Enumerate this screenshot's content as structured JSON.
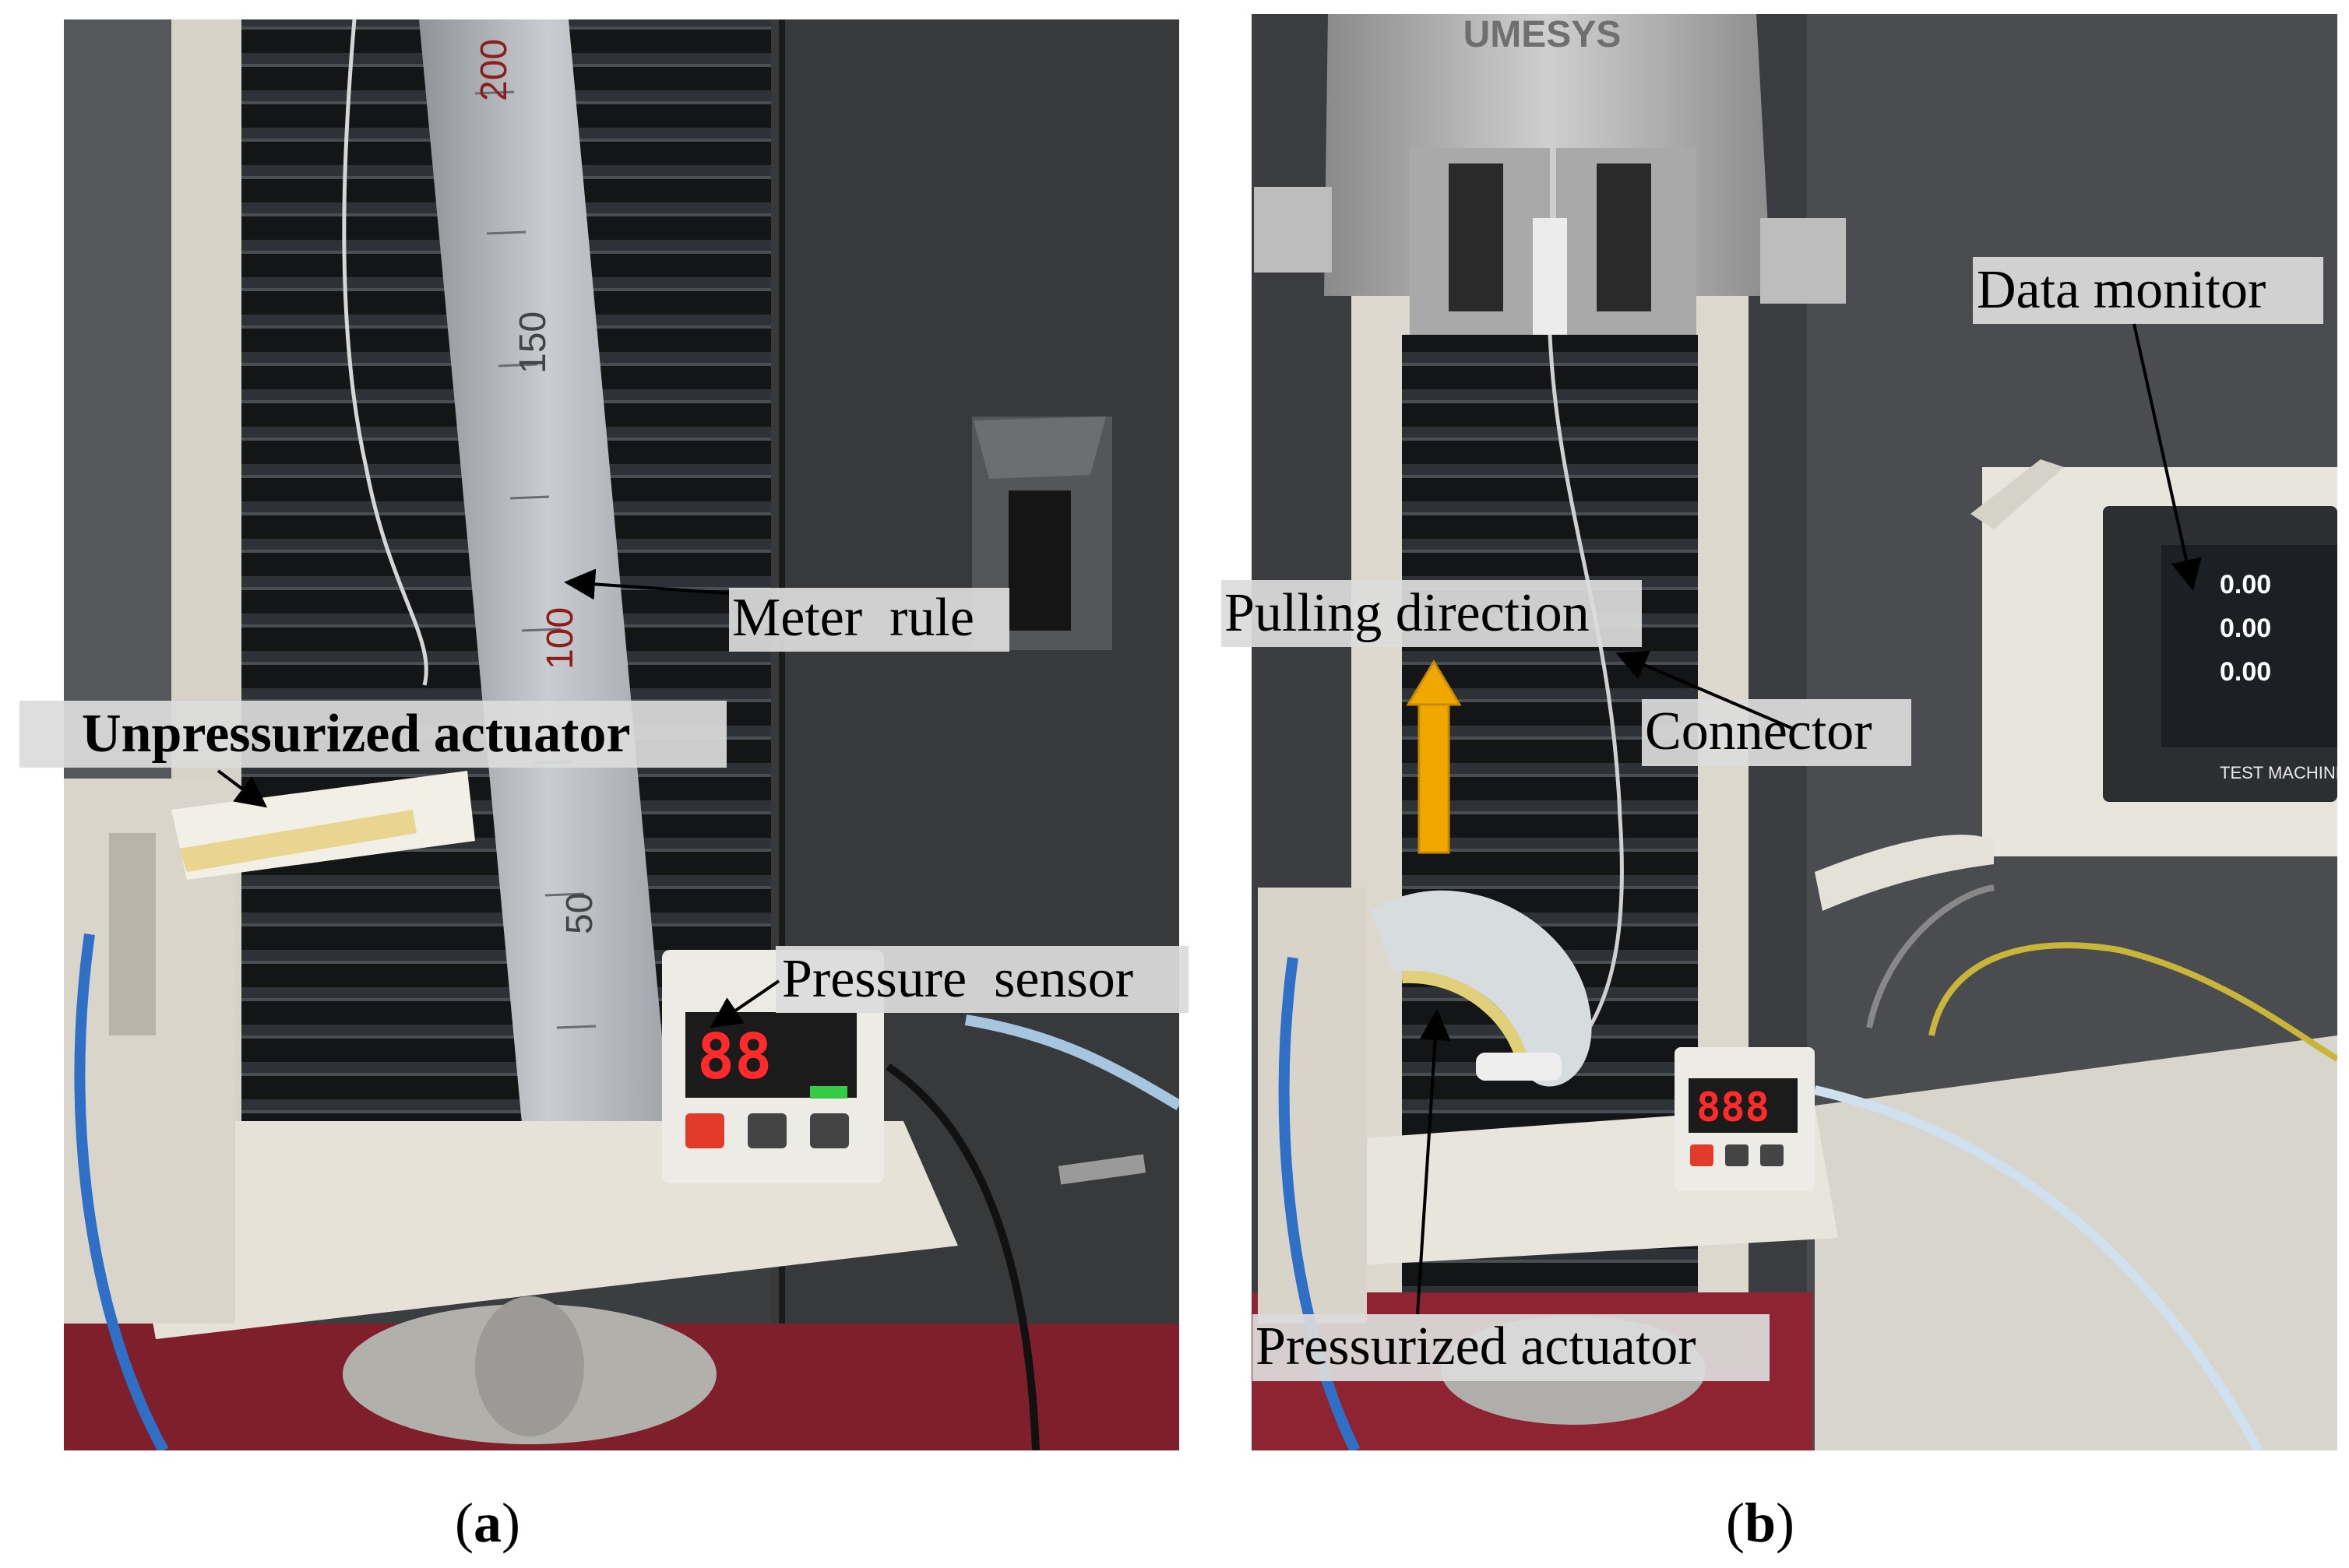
{
  "panel_a": {
    "labels": {
      "meter_rule": "Meter  rule",
      "unpressurized_actuator": "Unpressurized actuator",
      "pressure_sensor": "Pressure  sensor"
    },
    "ruler_marks": [
      "200",
      "150",
      "100",
      "50"
    ],
    "caption_open": "(",
    "caption_letter": "a",
    "caption_close": ")"
  },
  "panel_b": {
    "labels": {
      "data_monitor": "Data monitor",
      "pulling_direction": "Pulling direction",
      "connector": "Connector",
      "pressurized_actuator": "Pressurized actuator"
    },
    "machine_brand": "UMESYS",
    "monitor_readings": [
      "0.00",
      "0.00",
      "0.00"
    ],
    "monitor_footer": "TEST MACHINE",
    "caption_open": "(",
    "caption_letter": "b",
    "caption_close": ")"
  },
  "colors": {
    "arrow_fill": "#f0a800",
    "arrow_stroke": "#c98a00",
    "label_background": "#dcdcdc",
    "base_plate": "#8e2431"
  }
}
